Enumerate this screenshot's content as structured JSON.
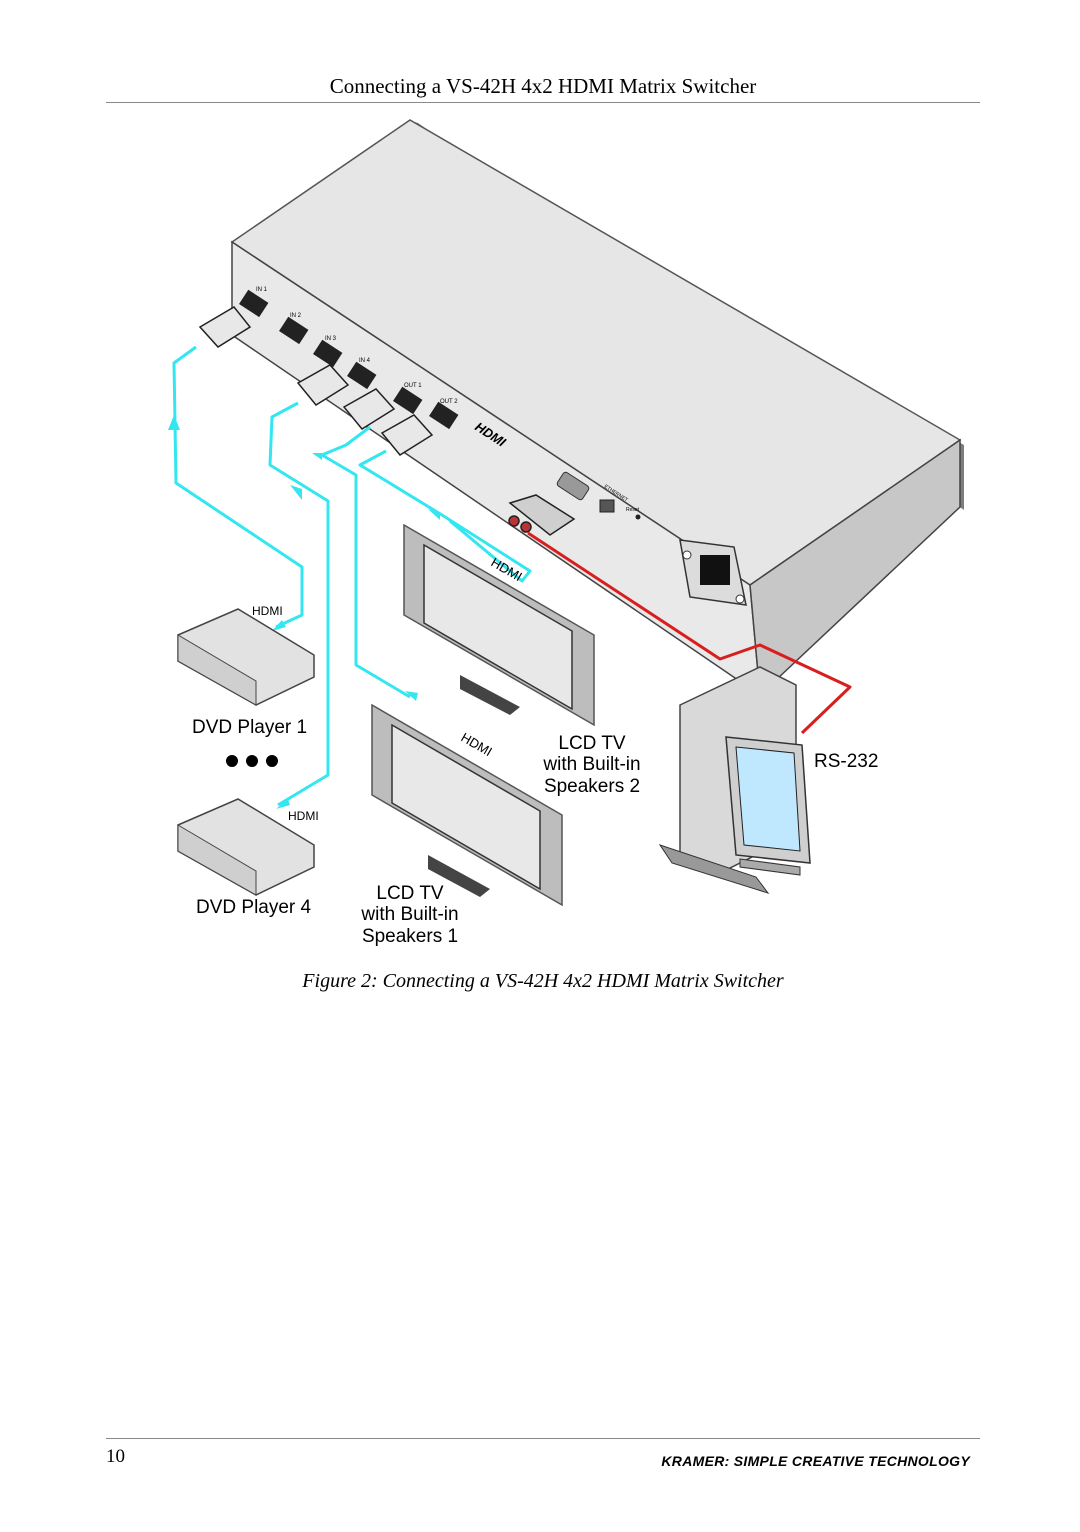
{
  "header": {
    "title": "Connecting a VS-42H 4x2 HDMI Matrix Switcher"
  },
  "figure": {
    "caption": "Figure 2: Connecting a VS-42H 4x2 HDMI Matrix Switcher",
    "switcher": {
      "ports": [
        "IN 1",
        "IN 2",
        "IN 3",
        "IN 4",
        "OUT 1",
        "OUT 2"
      ],
      "logo": "HDMI",
      "ethernet_label": "ETHERNET",
      "reset_label": "Reset"
    },
    "devices": {
      "dvd1_label": "DVD Player 1",
      "dvd4_label": "DVD Player 4",
      "dvd1_hdmi": "HDMI",
      "dvd4_hdmi": "HDMI",
      "tv2_lines": [
        "LCD TV",
        "with Built-in",
        "Speakers 2"
      ],
      "tv1_lines": [
        "LCD TV",
        "with Built-in",
        "Speakers 1"
      ],
      "tv2_hdmi": "HDMI",
      "tv1_hdmi": "HDMI",
      "rs232_label": "RS-232"
    },
    "colors": {
      "hdmi_cable": "#33e6f0",
      "rs232_cable": "#d81e1e"
    }
  },
  "footer": {
    "page_number": "10",
    "brand": "KRAMER: SIMPLE CREATIVE TECHNOLOGY"
  }
}
